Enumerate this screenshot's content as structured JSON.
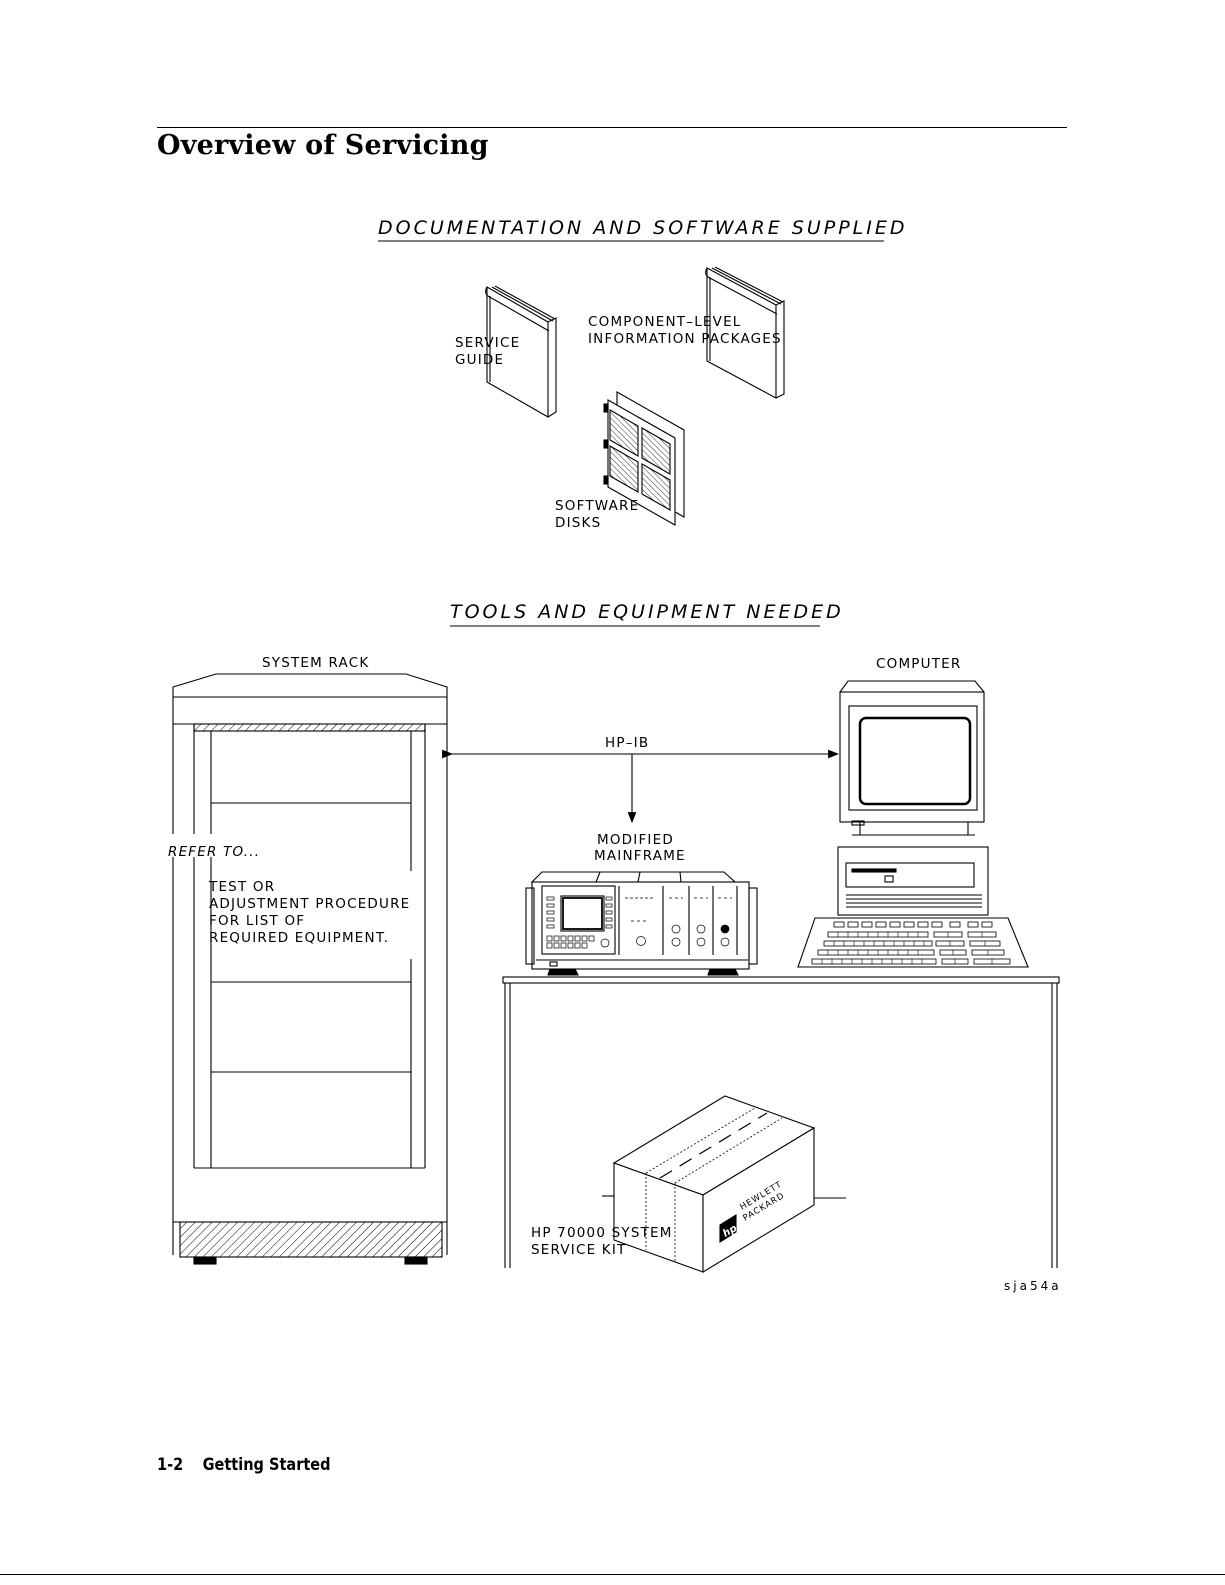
{
  "page": {
    "title": "Overview of Servicing",
    "footer_page_number": "1-2",
    "footer_section": "Getting Started"
  },
  "figure": {
    "heading_docs": "DOCUMENTATION AND SOFTWARE SUPPLIED",
    "service_guide": [
      "SERVICE",
      "GUIDE"
    ],
    "component_level": [
      "COMPONENT–LEVEL",
      "INFORMATION  PACKAGES"
    ],
    "software_disks": [
      "SOFTWARE",
      "DISKS"
    ],
    "heading_tools": "TOOLS AND EQUIPMENT NEEDED",
    "system_rack": "SYSTEM RACK",
    "computer": "COMPUTER",
    "hpib": "HP–IB",
    "mainframe": [
      "MODIFIED",
      "MAINFRAME"
    ],
    "refer_to": "REFER TO...",
    "refer_text": [
      "TEST OR",
      "ADJUSTMENT PROCEDURE",
      "FOR LIST OF",
      "REQUIRED EQUIPMENT."
    ],
    "kit": [
      "HP 70000 SYSTEM",
      "SERVICE KIT"
    ],
    "box_logo": [
      "HEWLETT",
      "PACKARD"
    ],
    "box_logo_mark": "hp",
    "figure_id": "sja54a"
  }
}
